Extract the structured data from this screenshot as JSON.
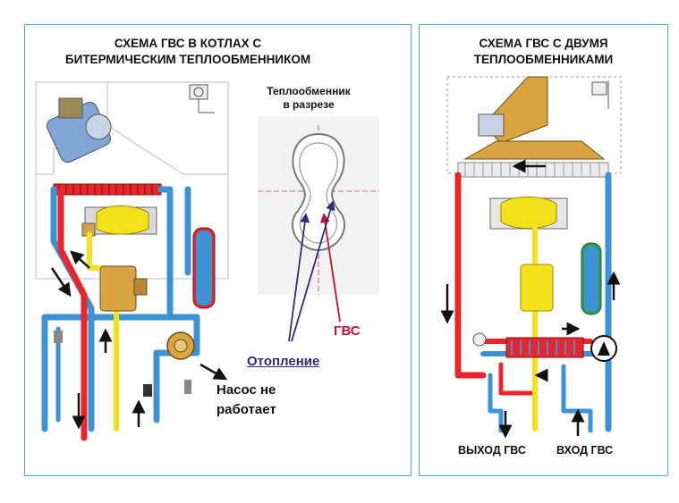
{
  "left": {
    "title_line1": "СХЕМА ГВС В КОТЛАХ С",
    "title_line2": "БИТЕРМИЧЕСКИМ ТЕПЛООБМЕННИКОМ",
    "cross_section_line1": "Теплообменник",
    "cross_section_line2": "в разрезе",
    "label_dhw": "ГВС",
    "label_heating": "Отопление",
    "label_pump_line1": "Насос не",
    "label_pump_line2": "работает"
  },
  "right": {
    "title_line1": "СХЕМА ГВС С ДВУМЯ",
    "title_line2": "ТЕПЛООБМЕННИКАМИ",
    "label_dhw_out": "ВЫХОД ГВС",
    "label_dhw_in": "ВХОД ГВС"
  },
  "colors": {
    "hot": "#e8262b",
    "cold": "#3b93d4",
    "gas": "#f3e11a",
    "exchanger": "#d9a441",
    "frame": "#5aa9d6",
    "label_red": "#c8102e",
    "label_navy": "#2b2f7a"
  }
}
